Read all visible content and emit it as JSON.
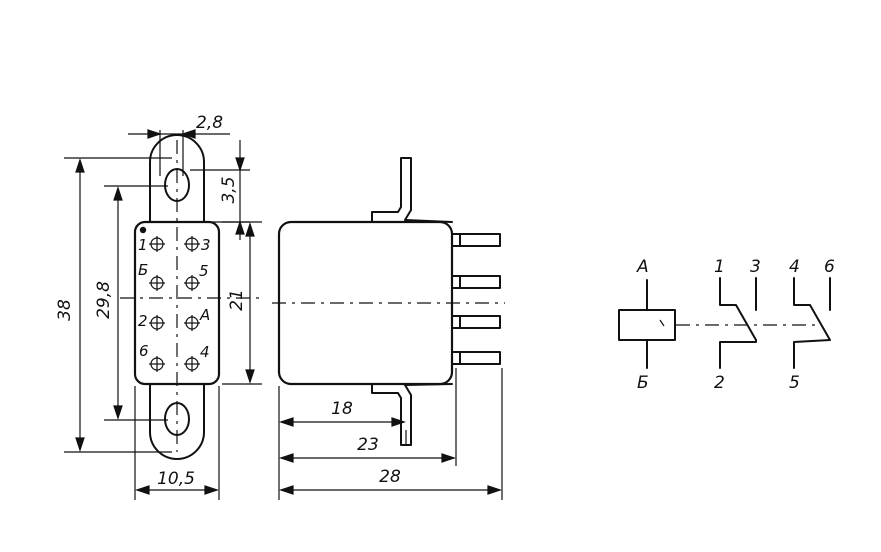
{
  "dimensions": {
    "overall_height": "38",
    "contact_span": "29,8",
    "body_height": "21",
    "hole_offset": "2,8",
    "tab_height": "3,5",
    "width": "10,5",
    "side_18": "18",
    "side_23": "23",
    "side_28": "28"
  },
  "front_pins": {
    "p1": "1",
    "p3": "3",
    "p6cyr": "Б",
    "p5": "5",
    "p2": "2",
    "pA": "А",
    "p6": "6",
    "p4": "4"
  },
  "schematic": {
    "coil_top": "А",
    "coil_bottom": "Б",
    "c1": "1",
    "c3": "3",
    "c2": "2",
    "c4": "4",
    "c6": "6",
    "c5": "5"
  }
}
